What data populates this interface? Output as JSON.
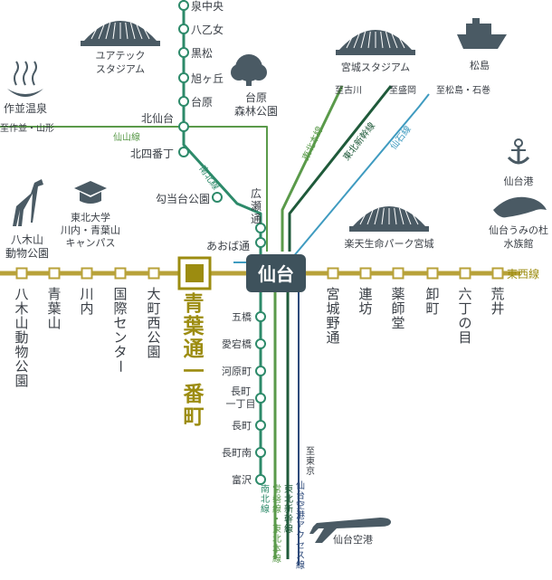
{
  "colors": {
    "tozai": "#b8a23a",
    "namboku": "#2d8a6a",
    "tohoku_main": "#5a9a4a",
    "shinkansen": "#1f5a3a",
    "senseki": "#3f9bc0",
    "airport": "#2e4a7a",
    "senzan": "#5a9a4a",
    "hub": "#3e525c",
    "highlight": "#9c8c10",
    "text": "#3a3f46",
    "icon": "#4a5a64"
  },
  "hub": {
    "name": "仙台"
  },
  "highlight_station": {
    "name": "青葉通一番町"
  },
  "lines": {
    "tozai": "東西線",
    "namboku": "南北線",
    "tohoku_main": "東北本線",
    "shinkansen": "東北新幹線",
    "senseki": "仙石線",
    "senzan": "仙山線",
    "airport": "仙台空港アクセス線",
    "joban": "常磐線・東北本線"
  },
  "tozai_west": [
    "八木山動物公園",
    "青葉山",
    "川内",
    "国際センター",
    "大町西公園"
  ],
  "tozai_east": [
    "宮城野通",
    "連坊",
    "薬師堂",
    "卸町",
    "六丁の目",
    "荒井"
  ],
  "namboku_north": [
    "泉中央",
    "八乙女",
    "黒松",
    "旭ヶ丘",
    "台原",
    "北仙台",
    "北四番丁",
    "勾当台公園",
    "広瀬通"
  ],
  "namboku_south": [
    "五橋",
    "愛宕橋",
    "河原町",
    "長町一丁目",
    "長町",
    "長町南",
    "富沢"
  ],
  "other_stations": {
    "aoba": "あおば通"
  },
  "destinations": {
    "furukawa": "至古川",
    "morioka": "至盛岡",
    "matsushima": "至松島・石巻",
    "sakunami": "至作並・山形",
    "tokyo": "至東京"
  },
  "landmarks": {
    "yurtec": "ユアテック\nスタジアム",
    "miyagi_stadium": "宮城スタジアム",
    "matsushima": "松島",
    "sakunami_onsen": "作並温泉",
    "daihara": "台原\n森林公園",
    "sendai_port": "仙台港",
    "aquarium": "仙台うみの杜\n水族館",
    "yagiyama_zoo": "八木山\n動物公園",
    "tohoku_univ": "東北大学\n川内・青葉山\nキャンパス",
    "rakuten": "楽天生命パーク宮城",
    "airport": "仙台空港"
  }
}
